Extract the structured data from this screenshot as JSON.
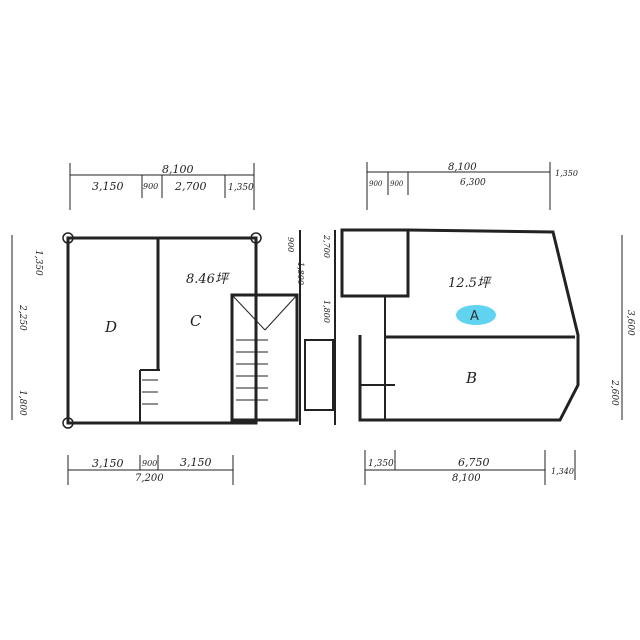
{
  "left_plan": {
    "top_total": "8,100",
    "top_segments": [
      "3,150",
      "900",
      "2,700",
      "1,350"
    ],
    "bottom_segments": [
      "3,150",
      "900",
      "3,150"
    ],
    "bottom_total": "7,200",
    "side_labels": [
      "1,350",
      "2,250",
      "1,800"
    ],
    "area": "8.46坪",
    "rooms": [
      "D",
      "C"
    ],
    "stair_labels": [
      "900",
      "1,800",
      "2,700",
      "1,800"
    ]
  },
  "right_plan": {
    "top_total": "8,100",
    "top_segments": [
      "900",
      "900",
      "6,300"
    ],
    "top_right": "1,350",
    "bottom_segments": [
      "1,350",
      "6,750"
    ],
    "bottom_total": "8,100",
    "bottom_right": "1,340",
    "side_labels": [
      "3,600",
      "2,600"
    ],
    "area": "12.5坪",
    "rooms": [
      "A",
      "B"
    ]
  },
  "highlight_color": "#5fd3f0"
}
